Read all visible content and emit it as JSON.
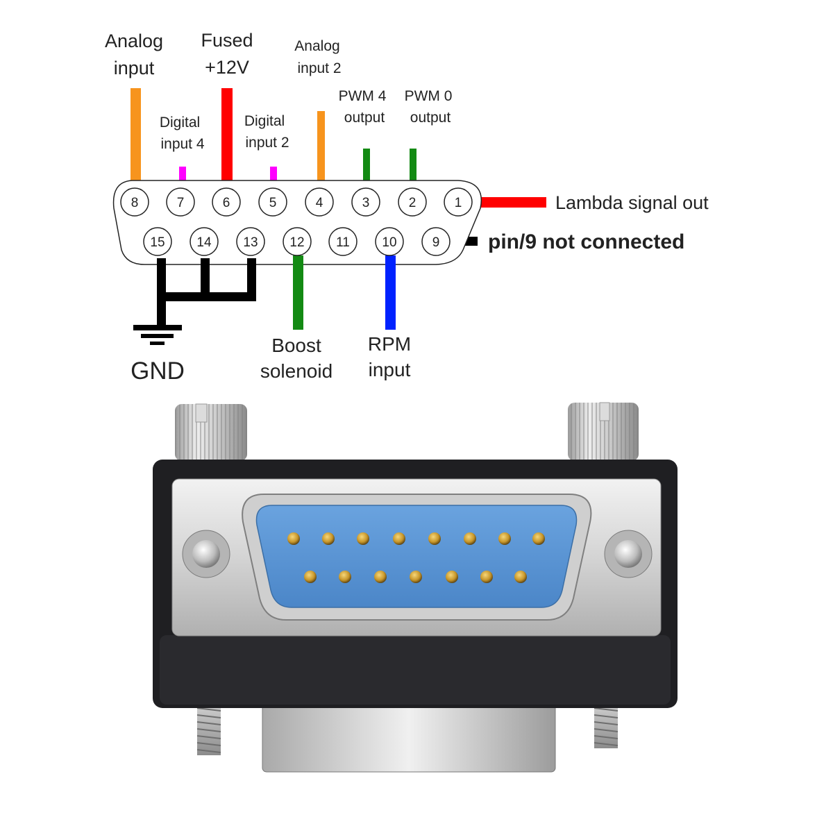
{
  "pins": {
    "p1": "1",
    "p2": "2",
    "p3": "3",
    "p4": "4",
    "p5": "5",
    "p6": "6",
    "p7": "7",
    "p8": "8",
    "p9": "9",
    "p10": "10",
    "p11": "11",
    "p12": "12",
    "p13": "13",
    "p14": "14",
    "p15": "15"
  },
  "labels": {
    "analog_input": [
      "Analog",
      "input"
    ],
    "fused_12v": [
      "Fused",
      "+12V"
    ],
    "analog_input_2": [
      "Analog",
      "input 2"
    ],
    "digital_input_4": [
      "Digital",
      "input 4"
    ],
    "digital_input_2": [
      "Digital",
      "input 2"
    ],
    "pwm4_output": [
      "PWM 4",
      "output"
    ],
    "pwm0_output": [
      "PWM 0",
      "output"
    ],
    "lambda_signal_out": "Lambda signal out",
    "pin9_not_connected": "pin/9 not connected",
    "gnd": "GND",
    "boost_solenoid": [
      "Boost",
      "solenoid"
    ],
    "rpm_input": [
      "RPM",
      "input"
    ]
  },
  "colors": {
    "analog": "#f7941d",
    "power": "#ff0000",
    "digital": "#ff00ff",
    "pwm": "#138a13",
    "ground": "#000000",
    "boost": "#138a13",
    "rpm": "#0022ff",
    "lambda": "#ff0000",
    "nc": "#000000"
  }
}
